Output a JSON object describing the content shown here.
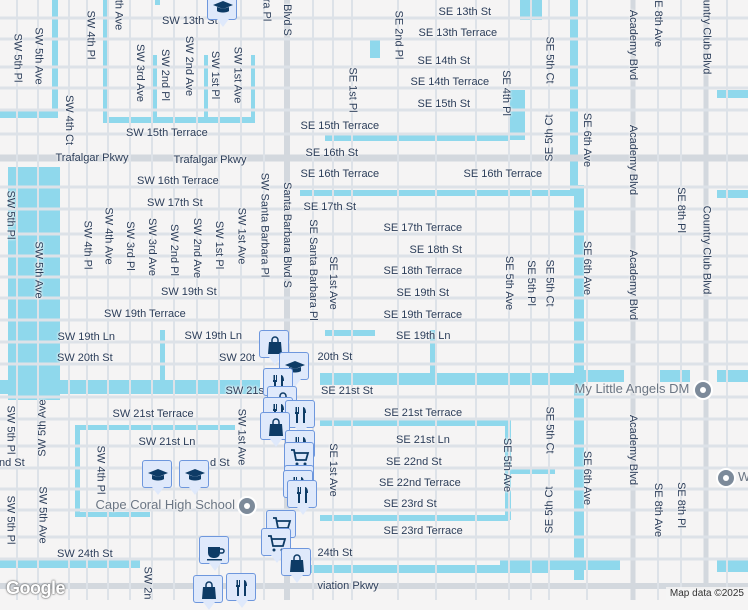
{
  "colors": {
    "background": "#f5f4f4",
    "water": "#8fd8ec",
    "road": "#dde2e8",
    "label": "#2c3e5a",
    "marker_fill": "#dfe9fb",
    "marker_border": "#6e97dd",
    "marker_icon": "#0d3b66"
  },
  "map": {
    "labels": [
      {
        "text": "SE 13th St"
      },
      {
        "text": "SW 13th St"
      },
      {
        "text": "SE 13th Terrace"
      },
      {
        "text": "SE 14th St"
      },
      {
        "text": "SE 14th Terrace"
      },
      {
        "text": "SE 15th St"
      },
      {
        "text": "SW 15th Terrace"
      },
      {
        "text": "SE 15th Terrace"
      },
      {
        "text": "Trafalgar Pkwy"
      },
      {
        "text": "Trafalgar Pkwy"
      },
      {
        "text": "SE 16th St"
      },
      {
        "text": "SW 16th Terrace"
      },
      {
        "text": "SE 16th Terrace"
      },
      {
        "text": "SE 16th Terrace"
      },
      {
        "text": "SW 17th St"
      },
      {
        "text": "SE 17th St"
      },
      {
        "text": "SE 17th Terrace"
      },
      {
        "text": "SE 18th St"
      },
      {
        "text": "SE 18th Terrace"
      },
      {
        "text": "SW 19th St"
      },
      {
        "text": "SE 19th St"
      },
      {
        "text": "SW 19th Terrace"
      },
      {
        "text": "SE 19th Terrace"
      },
      {
        "text": "SW 19th Ln"
      },
      {
        "text": "SW 19th Ln"
      },
      {
        "text": "SE 19th Ln"
      },
      {
        "text": "SW 20th St"
      },
      {
        "text": "SW 20t"
      },
      {
        "text": "20th St"
      },
      {
        "text": "SW 21s"
      },
      {
        "text": "SE 21st St"
      },
      {
        "text": "SW 21st Terrace"
      },
      {
        "text": "SE 21st Terrace"
      },
      {
        "text": "SW 21st Ln"
      },
      {
        "text": "SE 21st Ln"
      },
      {
        "text": "SE 22nd St"
      },
      {
        "text": "nd St"
      },
      {
        "text": "d St"
      },
      {
        "text": "SE 22nd Terrace"
      },
      {
        "text": "SE 23rd St"
      },
      {
        "text": "SE 23rd Terrace"
      },
      {
        "text": "SW 24th St"
      },
      {
        "text": "24th St"
      },
      {
        "text": "viation Pkwy"
      },
      {
        "text": "SW 5th Pl"
      },
      {
        "text": "SW 5th Ave"
      },
      {
        "text": "SW 4th Pl"
      },
      {
        "text": "4th Ave"
      },
      {
        "text": "SW 4th Ct"
      },
      {
        "text": "SW 3rd Ave"
      },
      {
        "text": "SW 2nd Pl"
      },
      {
        "text": "SW 2nd Ave"
      },
      {
        "text": "SW 1st Pl"
      },
      {
        "text": "SW 1st Ave"
      },
      {
        "text": "ra Pl"
      },
      {
        "text": "Blvd S"
      },
      {
        "text": "Santa Barbara Blvd S"
      },
      {
        "text": "SW Santa Barbara Pl"
      },
      {
        "text": "SW 4th Pl"
      },
      {
        "text": "SW 4th Ave"
      },
      {
        "text": "SW 3rd Pl"
      },
      {
        "text": "SW 3rd Ave"
      },
      {
        "text": "SW 2nd Pl"
      },
      {
        "text": "SW 2nd Ave"
      },
      {
        "text": "SW 1st Pl"
      },
      {
        "text": "SW 1st Ave"
      },
      {
        "text": "SE Santa Barbara Pl"
      },
      {
        "text": "SE 1st Ave"
      },
      {
        "text": "SE 2nd Pl"
      },
      {
        "text": "SE 1st Pl"
      },
      {
        "text": "SE 4th Pl"
      },
      {
        "text": "SE 5th Ct"
      },
      {
        "text": "SE 5th Ct"
      },
      {
        "text": "SE 5th Ave"
      },
      {
        "text": "SE 5th Pl"
      },
      {
        "text": "SE 5th Ct"
      },
      {
        "text": "Academy Blvd"
      },
      {
        "text": "Academy Blvd"
      },
      {
        "text": "Academy Blvd"
      },
      {
        "text": "Academy Blvd"
      },
      {
        "text": "SE 8th Ave"
      },
      {
        "text": "Country Club Blvd"
      },
      {
        "text": "Country Club Blvd"
      },
      {
        "text": "SE 6th Ave"
      },
      {
        "text": "SE 8th Pl"
      },
      {
        "text": "SE 6th Ave"
      },
      {
        "text": "SE 6th Ave"
      },
      {
        "text": "SE 8th Ave"
      },
      {
        "text": "SE 8th Pl"
      },
      {
        "text": "SE 5th Ct"
      },
      {
        "text": "SE 5th Ct"
      },
      {
        "text": "SE 5th Ave"
      },
      {
        "text": "SE 1st Ave"
      },
      {
        "text": "SW 1st Ave"
      },
      {
        "text": "SW 5th Ave"
      },
      {
        "text": "SW 5th Ave"
      },
      {
        "text": "SW 5th Pl"
      },
      {
        "text": "SW 5th Pl"
      },
      {
        "text": "SW 2n"
      },
      {
        "text": "SW 4th Pl"
      },
      {
        "text": "SW 5th Pl"
      },
      {
        "text": "SW 5th Ave"
      }
    ],
    "pois": [
      {
        "name": "Cape Coral High School",
        "icon": "school-icon"
      },
      {
        "name": "My Little Angels DM",
        "icon": "place-icon"
      },
      {
        "name": "Wa",
        "icon": "church-icon"
      }
    ],
    "markers": [
      {
        "icon": "school"
      },
      {
        "icon": "bag"
      },
      {
        "icon": "school"
      },
      {
        "icon": "restaurant"
      },
      {
        "icon": "bag"
      },
      {
        "icon": "restaurant"
      },
      {
        "icon": "restaurant"
      },
      {
        "icon": "bag"
      },
      {
        "icon": "restaurant"
      },
      {
        "icon": "cart"
      },
      {
        "icon": "school"
      },
      {
        "icon": "school"
      },
      {
        "icon": "restaurant"
      },
      {
        "icon": "restaurant"
      },
      {
        "icon": "restaurant"
      },
      {
        "icon": "cart"
      },
      {
        "icon": "cart"
      },
      {
        "icon": "coffee"
      },
      {
        "icon": "bag"
      },
      {
        "icon": "bag"
      },
      {
        "icon": "restaurant"
      }
    ]
  },
  "footer": {
    "logo": "Google",
    "attribution": "Map data ©2025"
  }
}
